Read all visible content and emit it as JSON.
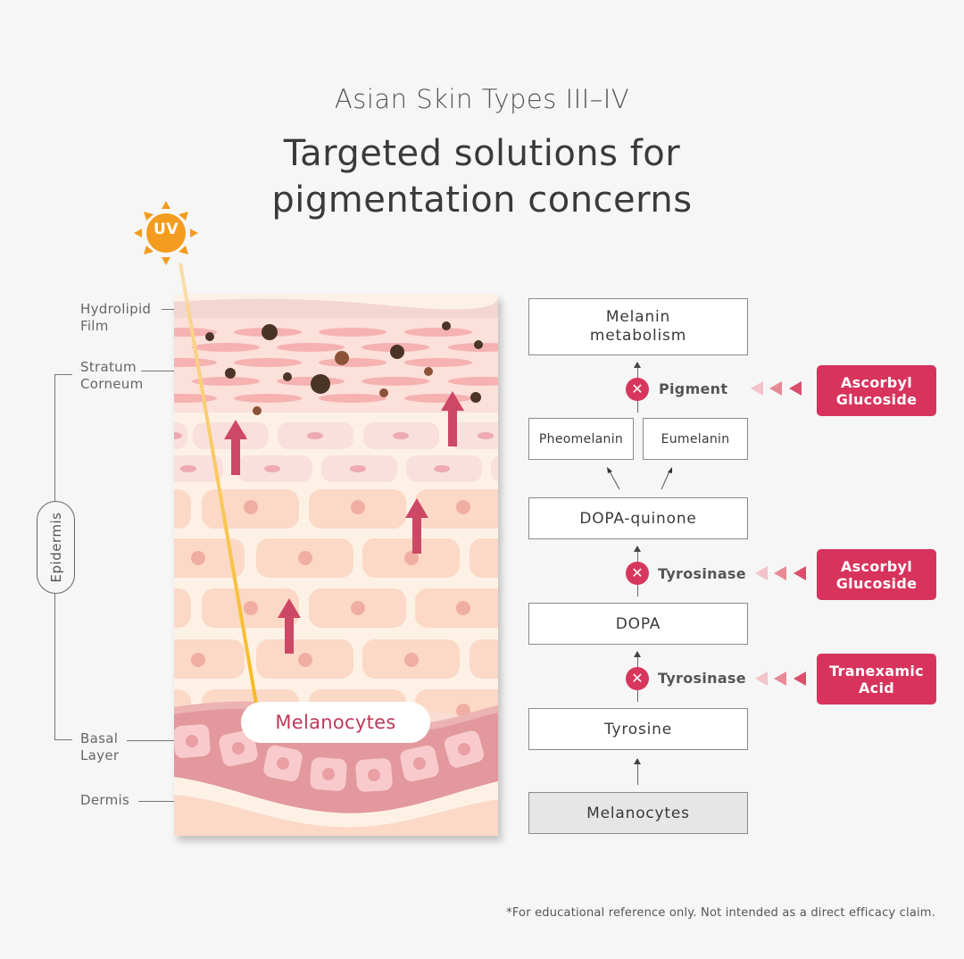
{
  "header": {
    "subtitle": "Asian Skin Types III–IV",
    "title_line1": "Targeted solutions for",
    "title_line2": "pigmentation concerns"
  },
  "uv_icon": {
    "label": "UV",
    "color": "#f39c1f"
  },
  "skin_labels": {
    "hydrolipid_line1": "Hydrolipid",
    "hydrolipid_line2": "Film",
    "stratum_line1": "Stratum",
    "stratum_line2": "Corneum",
    "epidermis": "Epidermis",
    "basal_line1": "Basal",
    "basal_line2": "Layer",
    "dermis": "Dermis"
  },
  "skin_callout": "Melanocytes",
  "pathway": {
    "nodes": {
      "melanin_metabolism_line1": "Melanin",
      "melanin_metabolism_line2": "metabolism",
      "pheomelanin": "Pheomelanin",
      "eumelanin": "Eumelanin",
      "dopa_quinone": "DOPA-quinone",
      "dopa": "DOPA",
      "tyrosine": "Tyrosine",
      "melanocytes": "Melanocytes"
    },
    "inhibitions": [
      {
        "target": "Pigment",
        "agent_line1": "Ascorbyl",
        "agent_line2": "Glucoside"
      },
      {
        "target": "Tyrosinase",
        "agent_line1": "Ascorbyl",
        "agent_line2": "Glucoside"
      },
      {
        "target": "Tyrosinase",
        "agent_line1": "Tranexamic",
        "agent_line2": "Acid"
      }
    ],
    "block_symbol": "✕"
  },
  "colors": {
    "accent": "#d8335d",
    "uv": "#f39c1f",
    "background": "#f6f6f6"
  },
  "footnote": "*For educational reference only. Not intended as a direct efficacy claim."
}
